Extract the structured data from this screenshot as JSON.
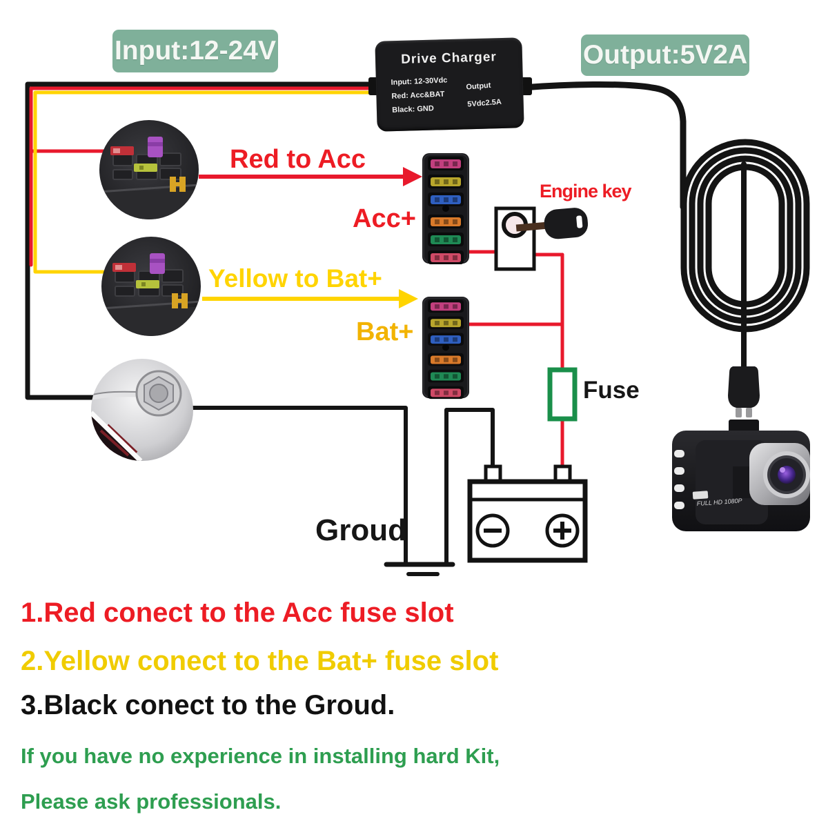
{
  "header": {
    "input_tag": "Input:12-24V",
    "output_tag": "Output:5V2A"
  },
  "charger": {
    "title": "Drive Charger",
    "line_input": "Input: 12-30Vdc",
    "line_red": "Red: Acc&BAT",
    "line_black": "Black: GND",
    "line_output": "Output",
    "line_output_value": "5Vdc2.5A"
  },
  "diagram_labels": {
    "red_to_acc": "Red to Acc",
    "acc_plus": "Acc+",
    "yellow_to_bat": "Yellow to Bat+",
    "bat_plus": "Bat+",
    "engine_key": "Engine key",
    "fuse": "Fuse",
    "ground": "Groud"
  },
  "camera": {
    "marking": "FULL HD 1080P"
  },
  "instructions": [
    {
      "text": "1.Red conect to the Acc fuse slot",
      "color": "#ED1C24"
    },
    {
      "text": "2.Yellow conect to the Bat+ fuse slot",
      "color": "#F0CC00"
    },
    {
      "text": "3.Black conect to the Groud.",
      "color": "#111111"
    },
    {
      "text": "If you have no experience in installing hard Kit,",
      "color": "#2E9E50"
    },
    {
      "text": "Please ask professionals.",
      "color": "#2E9E50"
    }
  ],
  "colors": {
    "tag_background": "#7FB09A",
    "wire_black": "#141414",
    "wire_red": "#E8192C",
    "wire_yellow": "#FFD400",
    "bat_label_yellow": "#F2B300",
    "fuse_symbol_green": "#1A8F4A",
    "note_green": "#2E9E50"
  },
  "fuse_block_colors": [
    "#C23F7E",
    "#B9A62C",
    "#2F5FC0",
    "#D97A2A",
    "#1F8A55",
    "#CF4A66"
  ]
}
